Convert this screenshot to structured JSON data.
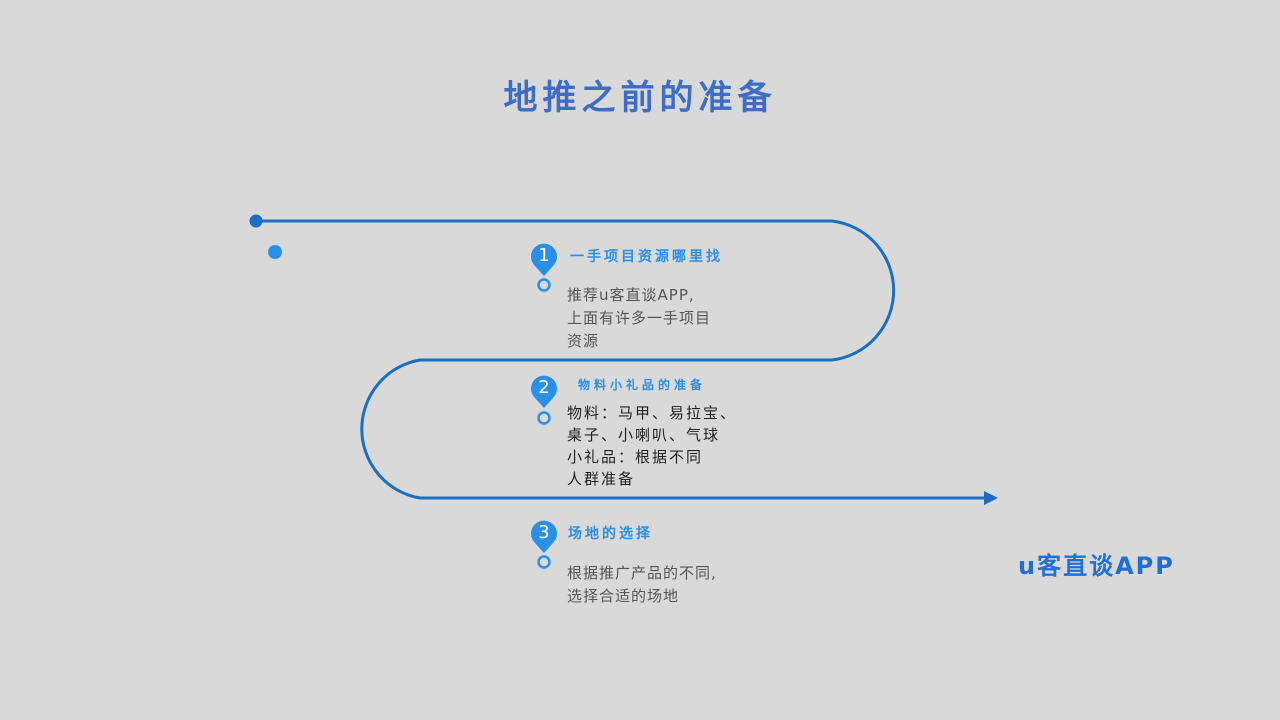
{
  "title": "地推之前的准备",
  "steps": [
    {
      "number": "1",
      "title": "一手项目资源哪里找",
      "body": [
        "推荐u客直谈APP,",
        "上面有许多一手项目",
        "资源"
      ]
    },
    {
      "number": "2",
      "title": "物料小礼品的准备",
      "body": [
        "物料：马甲、易拉宝、",
        "桌子、小喇叭、气球",
        "小礼品：根据不同",
        "人群准备"
      ]
    },
    {
      "number": "3",
      "title": "场地的选择",
      "body": [
        "根据推广产品的不同,",
        "选择合适的场地"
      ]
    }
  ],
  "brand": "u客直谈APP",
  "colors": {
    "background": "#d9d9d9",
    "title": "#3f6cc6",
    "path": "#1a6fc4",
    "marker": "#2a8fe6"
  }
}
